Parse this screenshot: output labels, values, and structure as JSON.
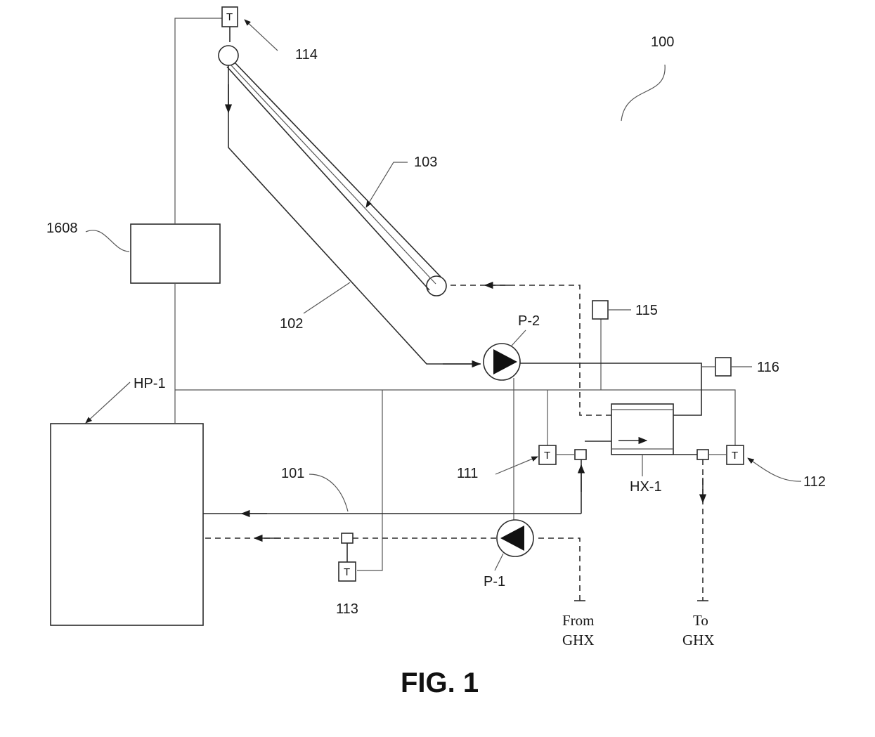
{
  "figure": {
    "reference_number": "100",
    "caption": "FIG. 1"
  },
  "components": {
    "heat_pump": "HP-1",
    "heat_exchanger": "HX-1",
    "pump_1": "P-1",
    "pump_2": "P-2",
    "controller_ref": "1608",
    "solar_collector_ref": "103",
    "collector_loop_ref": "102",
    "ground_loop_ref": "101"
  },
  "sensors": {
    "symbol": "T",
    "s111": "111",
    "s112": "112",
    "s113": "113",
    "s114": "114",
    "s115": "115",
    "s116": "116"
  },
  "connections": {
    "from_ghx_line1": "From",
    "from_ghx_line2": "GHX",
    "to_ghx_line1": "To",
    "to_ghx_line2": "GHX"
  }
}
